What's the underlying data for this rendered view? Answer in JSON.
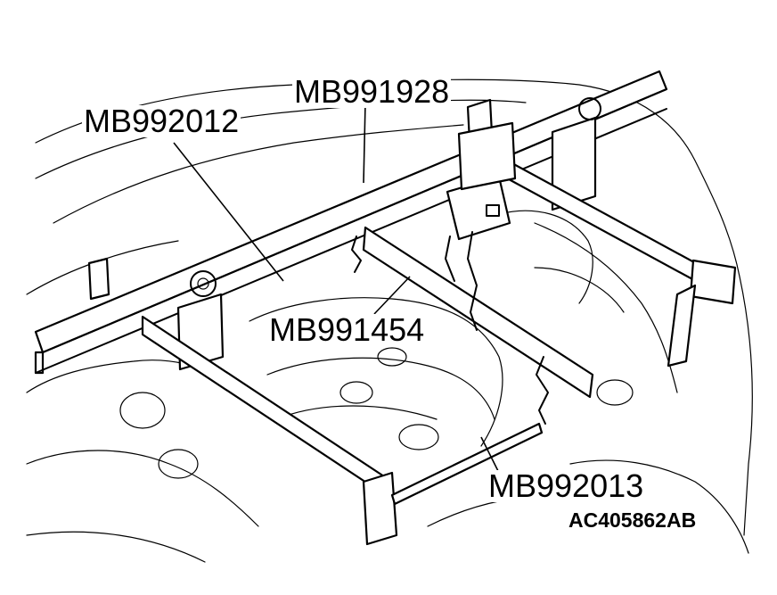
{
  "callouts": {
    "mb991928": "MB991928",
    "mb992012": "MB992012",
    "mb991454": "MB991454",
    "mb992013": "MB992013"
  },
  "figure_id": "AC405862AB"
}
